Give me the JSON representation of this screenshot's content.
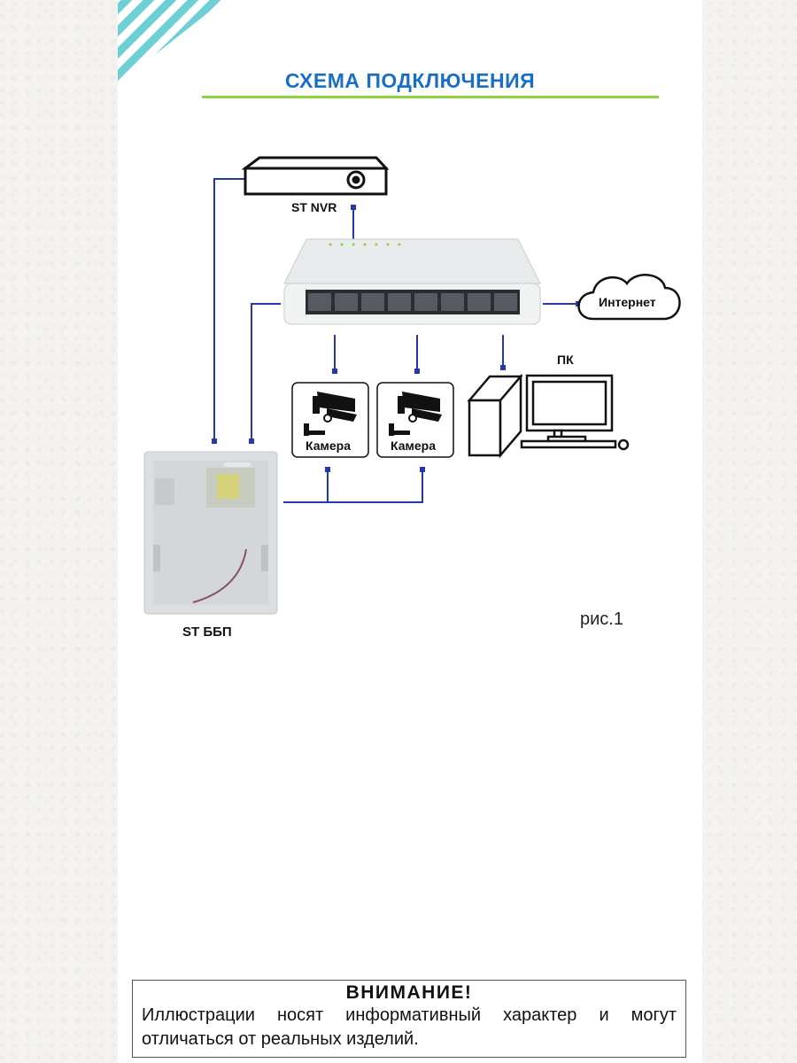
{
  "header": {
    "title": "СХЕМА ПОДКЛЮЧЕНИЯ"
  },
  "diagram": {
    "nvr_label": "ST NVR",
    "internet_label": "Интернет",
    "pc_label": "ПК",
    "camera_1_label": "Камера",
    "camera_2_label": "Камера",
    "psu_label": "ST ББП",
    "figure_label": "рис.1"
  },
  "notice": {
    "title": "ВНИМАНИЕ!",
    "text": "Иллюстрации носят информативный характер и могут отличаться от реальных изделий."
  },
  "colors": {
    "title": "#1a6fc4",
    "accent_line": "#8cd43f",
    "wire": "#2439a8",
    "stripes": "#6ecfd4"
  }
}
